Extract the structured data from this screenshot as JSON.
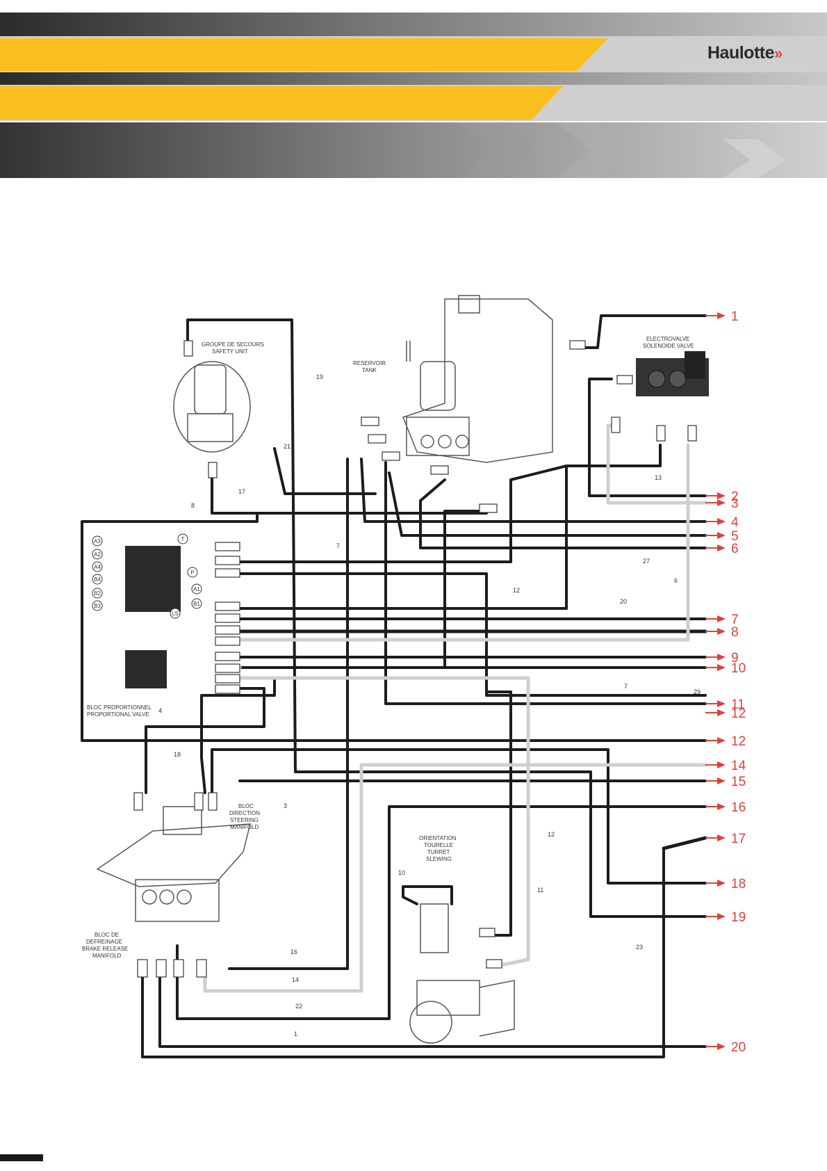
{
  "brand": {
    "logo_text": "Haulotte",
    "accent": "#fbbf1f",
    "arrow_color": "#e0403a"
  },
  "labels": {
    "safety_unit": [
      "GROUPE DE SECOURS",
      "SAFETY UNIT"
    ],
    "reservoir": [
      "RESERVOIR",
      "TANK"
    ],
    "solenoid": [
      "ELECTROVALVE",
      "SOLENOIDE VALVE"
    ],
    "proportional": [
      "BLOC PROPORTIONNEL",
      "PROPORTIONAL VALVE"
    ],
    "steering": [
      "BLOC",
      "DIRECTION",
      "STEERING",
      "MANIFOLD"
    ],
    "turret": [
      "ORIENTATION",
      "TOURELLE",
      "TURRET",
      "SLEWING"
    ],
    "brake": [
      "BLOC DE",
      "DEFREINAGE",
      "BRAKE RELEASE",
      "MANIFOLD"
    ]
  },
  "ports": [
    "A3",
    "A2",
    "A4",
    "B4",
    "B2",
    "B3",
    "T",
    "P",
    "A1",
    "B1",
    "LS"
  ],
  "outputs": [
    "1",
    "2",
    "3",
    "4",
    "5",
    "6",
    "7",
    "8",
    "9",
    "10",
    "11",
    "12",
    "12",
    "14",
    "15",
    "16",
    "17",
    "18",
    "19",
    "20"
  ],
  "hose_numbers": [
    "19",
    "21",
    "17",
    "8",
    "7",
    "13",
    "27",
    "6",
    "12",
    "20",
    "7",
    "29",
    "4",
    "18",
    "3",
    "12",
    "11",
    "10",
    "16",
    "14",
    "22",
    "1",
    "23"
  ]
}
